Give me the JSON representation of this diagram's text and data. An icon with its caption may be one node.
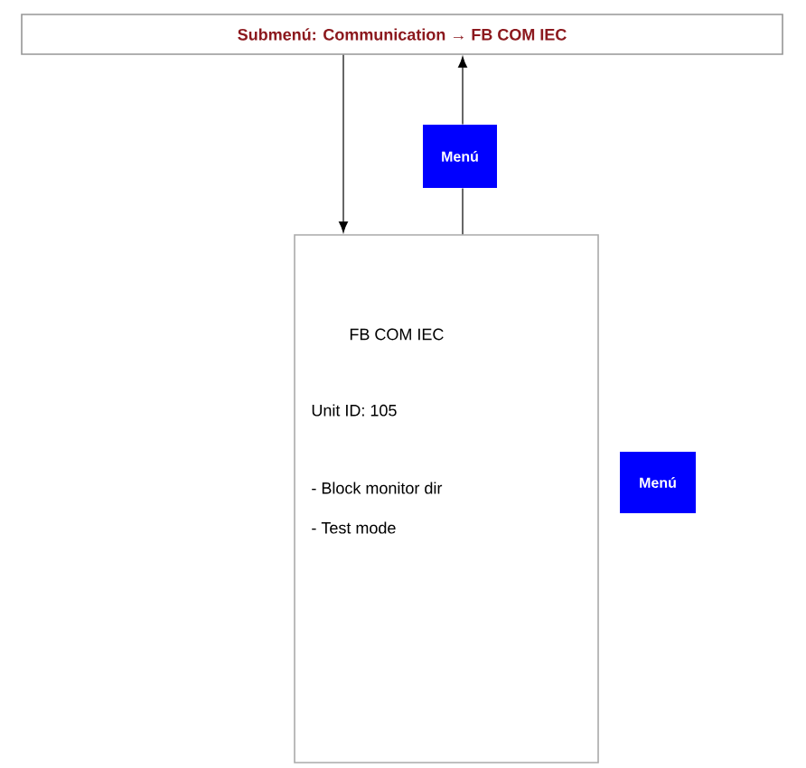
{
  "diagram": {
    "nodes": [
      {
        "text": [
          "Submenú: Communication → FB COM IEC"
        ]
      },
      {
        "text": [
          "FB COM IEC",
          "Unit ID: 105",
          "- Block monitor dir",
          "- Test mode"
        ]
      },
      {
        "text": [
          "Menú"
        ]
      },
      {
        "text": [
          "Menú"
        ]
      }
    ],
    "edges": [
      {
        "from": 0,
        "to": 1,
        "arrow": "to"
      },
      {
        "from": 1,
        "to": 2,
        "arrow": "none"
      },
      {
        "from": 2,
        "to": 0,
        "arrow": "to"
      }
    ]
  }
}
